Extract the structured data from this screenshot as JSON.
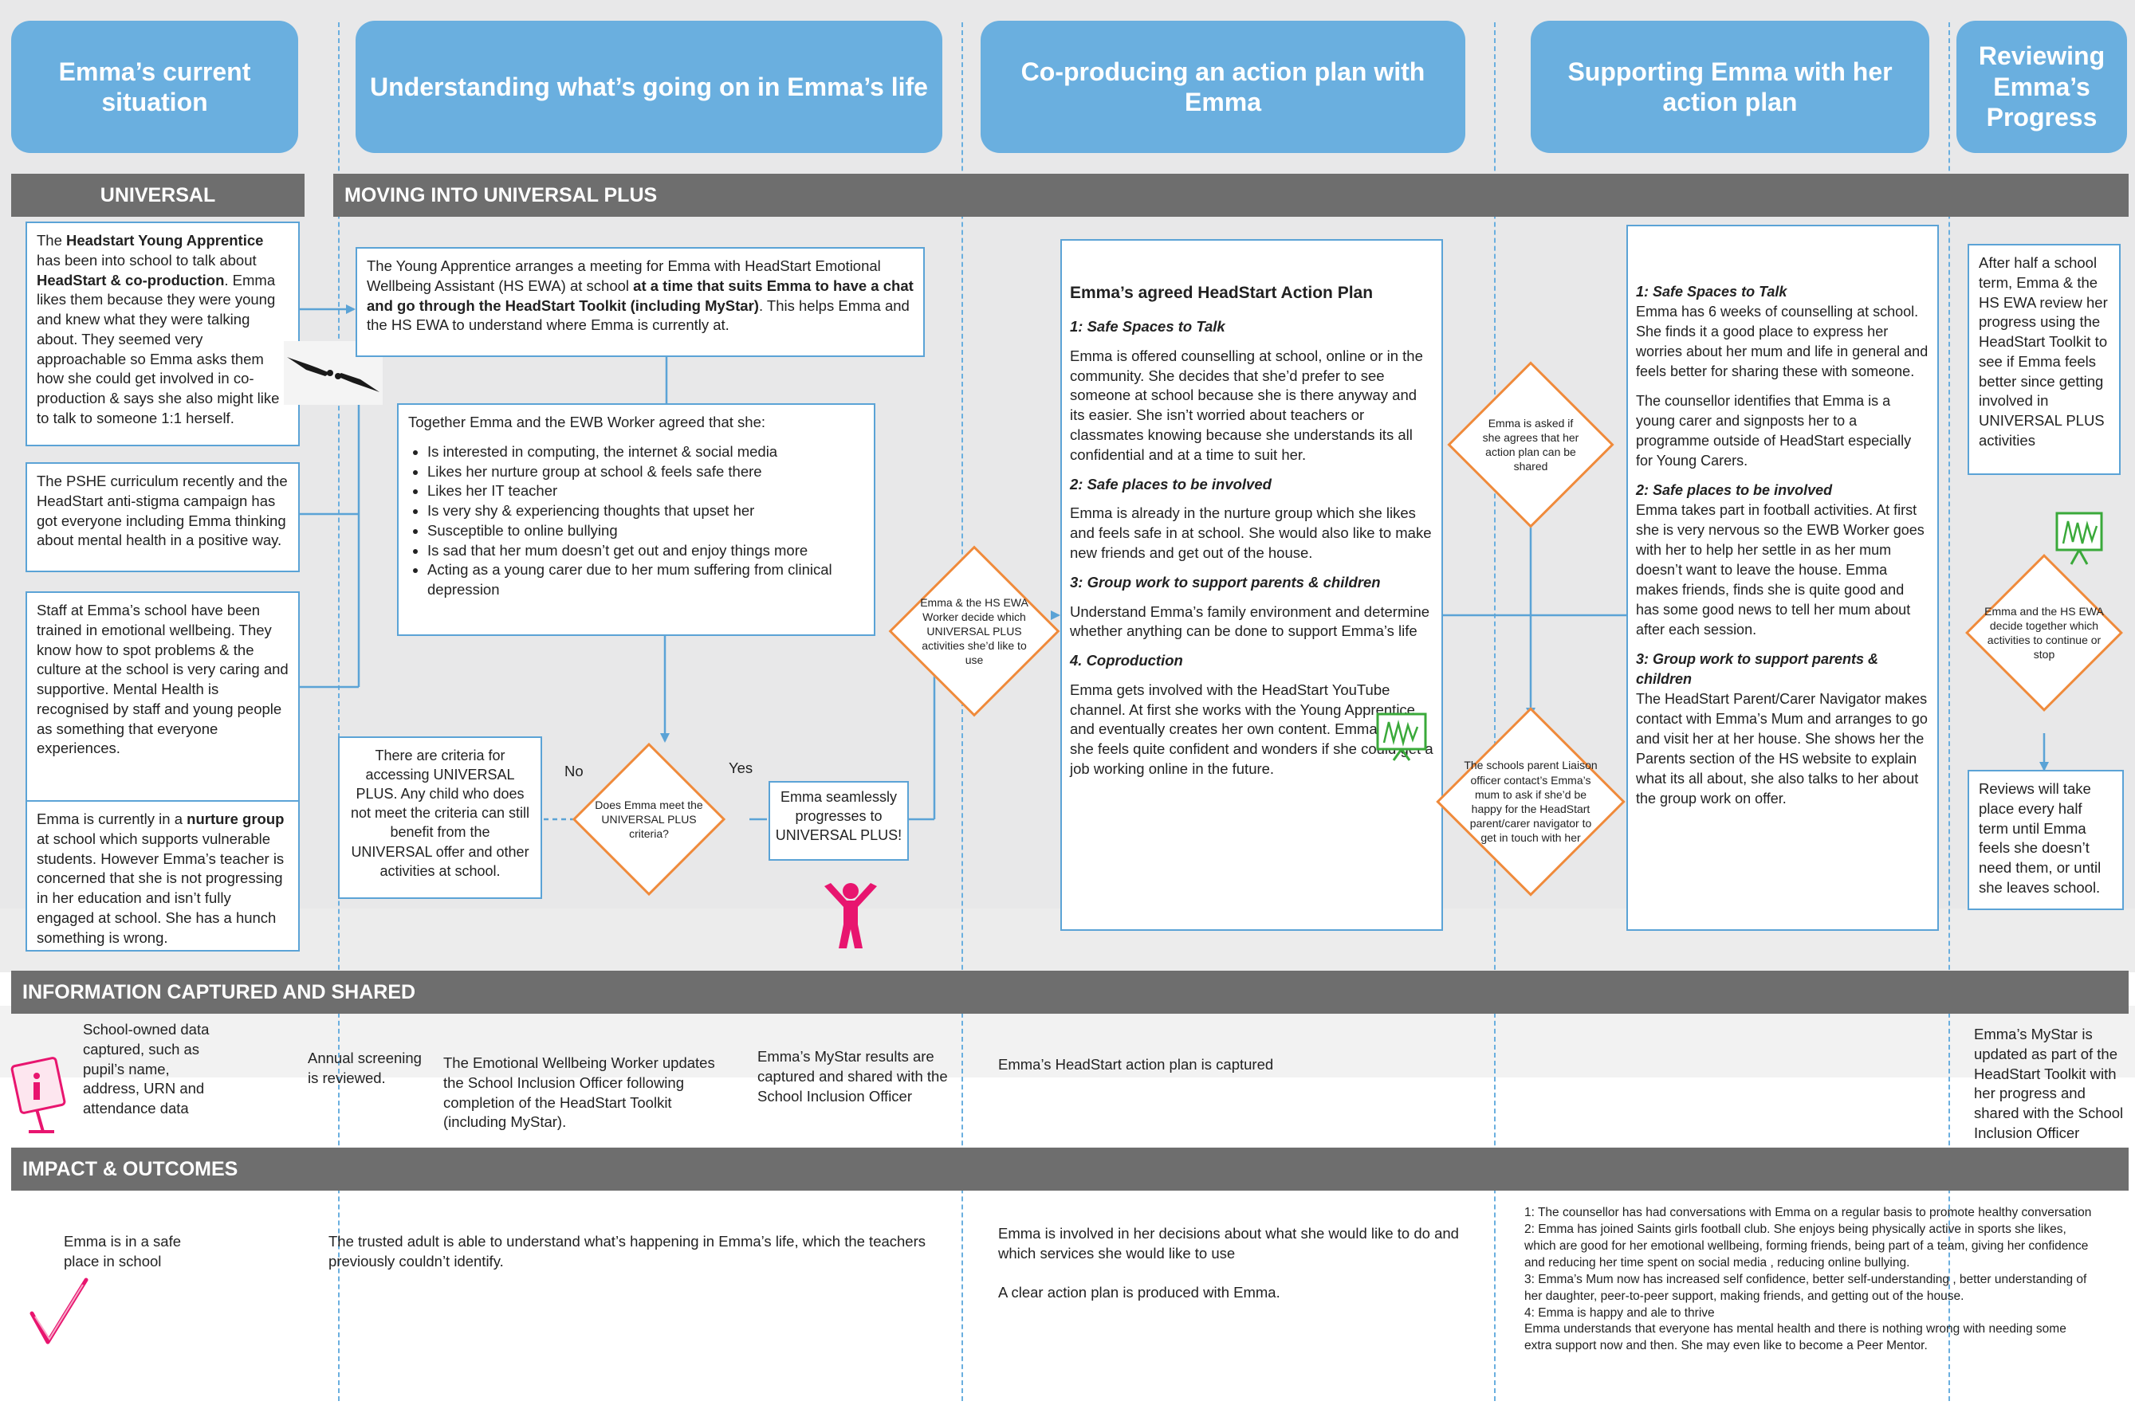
{
  "columns": {
    "c1": "Emma’s current situation",
    "c2": "Understanding what’s going on in Emma’s life",
    "c3": "Co-producing an action plan with Emma",
    "c4": "Supporting Emma with her action plan",
    "c5": "Reviewing Emma’s Progress"
  },
  "bars": {
    "universal": "UNIVERSAL",
    "universal_plus": "MOVING INTO UNIVERSAL PLUS",
    "info": "INFORMATION CAPTURED AND SHARED",
    "impact": "IMPACT & OUTCOMES"
  },
  "col1": {
    "box1": {
      "t1": "The ",
      "b1": "Headstart Young Apprentice",
      "t2": " has been into school to talk about ",
      "b2": "HeadStart & co-production",
      "t3": ".  Emma likes them because they were young and knew what they were talking about. They seemed very approachable so Emma asks them how she could get involved in co-production & says she also might like to talk to someone 1:1 herself."
    },
    "box2": "The PSHE curriculum recently and the HeadStart anti-stigma campaign has got everyone including Emma thinking about mental health in a positive way.",
    "box3": "Staff at Emma’s school have been trained in emotional wellbeing. They know how to spot problems & the culture at the school is very caring and supportive.  Mental Health is recognised by staff and young people as something that everyone experiences.",
    "box4": {
      "t1": "Emma is currently in  a ",
      "b1": "nurture group",
      "t2": " at school which supports vulnerable students.  However Emma’s teacher is concerned that she is not progressing in her education and isn’t fully engaged at school.  She has a hunch something is wrong."
    }
  },
  "col2": {
    "meeting": {
      "t1": "The Young Apprentice arranges a meeting for Emma with HeadStart Emotional Wellbeing Assistant (HS EWA) at school ",
      "b1": "at a time that suits Emma to have a chat and go through the HeadStart Toolkit (including MyStar)",
      "t2": ".  This helps Emma and the HS EWA to understand where Emma is currently at."
    },
    "agreed_intro": "Together Emma and the EWB Worker agreed that she:",
    "agreed_items": [
      "Is interested in computing, the internet & social media",
      "Likes her nurture group at school & feels safe there",
      "Likes her IT teacher",
      "Is very shy & experiencing thoughts that upset her",
      "Susceptible to online bullying",
      "Is sad that her mum doesn’t get out and enjoy things more",
      "Acting as a young carer due to her mum suffering from clinical depression"
    ],
    "criteria": "There are criteria for accessing UNIVERSAL PLUS. Any child who does not meet the criteria can still benefit from the UNIVERSAL offer and other activities at school.",
    "decision": "Does Emma meet the UNIVERSAL PLUS criteria?",
    "no": "No",
    "yes": "Yes",
    "progresses": "Emma seamlessly progresses to UNIVERSAL PLUS!",
    "decide_activities": "Emma & the HS EWA Worker decide which UNIVERSAL PLUS activities she’d like to use"
  },
  "col3": {
    "title": "Emma’s agreed HeadStart Action Plan",
    "h1": "1: Safe Spaces to Talk",
    "p1": "Emma is offered counselling at school, online or in the community.  She decides that she’d prefer to see someone at school because she is there anyway and its easier.  She isn’t worried about teachers or classmates knowing because she understands its all confidential and at a time to suit her.",
    "h2": "2: Safe places to be involved",
    "p2": "Emma is already in the nurture group which she likes and feels safe in at school.  She would also like to make new friends and get out of the house.",
    "h3": "3: Group work to support parents & children",
    "p3": "Understand Emma’s family environment and determine whether anything can be done to support Emma’s life",
    "h4": "4. Coproduction",
    "p4": "Emma gets involved with the HeadStart YouTube channel.  At first she works with the Young Apprentice and eventually creates her own content.  Emma finds she feels quite confident and wonders if she could get a job working online in the future.",
    "asked": "Emma is asked if she agrees that her action plan can be shared",
    "liaison": "The schools parent Liaison officer contact’s Emma’s mum to ask if she’d be happy for the HeadStart parent/carer navigator to get in touch with her"
  },
  "col4": {
    "h1": "1: Safe Spaces to Talk",
    "p1a": "Emma has 6 weeks of counselling at school. She finds it a good place to express her worries about her mum and life in general and feels better for sharing these with someone.",
    "p1b": "The counsellor identifies that Emma is a young carer and signposts her to a programme outside of HeadStart especially for Young Carers.",
    "h2": "2: Safe places to be involved",
    "p2": "Emma takes part in football activities.  At first she is very nervous so the EWB Worker goes with her to help her settle in as her mum doesn’t want to leave the house.  Emma makes friends, finds she is quite good and has some good news to tell her mum about after each session.",
    "h3": "3: Group work to support parents & children",
    "p3": "The HeadStart Parent/Carer Navigator makes contact with Emma’s Mum and arranges to go and visit her at her house.  She shows her the Parents section of the HS website to explain what its all about, she also talks to her about the group work on offer."
  },
  "col5": {
    "review": "After half a school term, Emma & the HS EWA review her progress using the HeadStart Toolkit to see if Emma feels better since getting involved in UNIVERSAL PLUS activities",
    "decide": "Emma and the HS EWA decide together which activities to continue or stop",
    "reviews": "Reviews will take place every half term until Emma feels she doesn’t need them, or until she leaves school."
  },
  "info": {
    "i1": "School-owned data captured, such as pupil’s name, address, URN and attendance data",
    "i2": "Annual screening is reviewed.",
    "i3": "The Emotional Wellbeing Worker updates the School Inclusion Officer following completion of the HeadStart Toolkit (including MyStar).",
    "i4": "Emma’s MyStar results are captured and shared with the School Inclusion Officer",
    "i5": "Emma’s HeadStart action plan is captured",
    "i6": "Emma’s MyStar is updated as part of the HeadStart Toolkit with her progress and shared with the School Inclusion Officer"
  },
  "impact": {
    "o1": "Emma is in a safe place in school",
    "o2": "The trusted adult is able to understand what’s happening in Emma’s life, which the teachers previously couldn’t identify.",
    "o3a": "Emma is involved in her decisions about what she would like to do and which services she would like to use",
    "o3b": "A clear action plan is produced with Emma.",
    "o4": [
      "1: The counsellor has had conversations with Emma on a regular basis to promote healthy conversation",
      "2: Emma has joined Saints girls football club. She enjoys being physically active in sports she likes,  which are good for her emotional wellbeing, forming friends, being part of a team, giving her confidence and reducing her time spent on social media , reducing online bullying.",
      "3: Emma’s Mum now has increased self confidence, better self-understanding , better understanding of her daughter,  peer-to-peer support, making friends, and getting out of the house.",
      "4: Emma is happy and ale to thrive",
      "Emma understands that everyone has mental health and there is nothing wrong with needing some extra support now and then.  She may even like to become a Peer Mentor."
    ]
  },
  "colors": {
    "header_blue": "#6aafdf",
    "box_border": "#5ba3d6",
    "diamond_orange": "#ef8a3b",
    "bar_grey": "#6e6e6e",
    "accent_pink": "#e8156f",
    "icon_green": "#3aa93a"
  }
}
